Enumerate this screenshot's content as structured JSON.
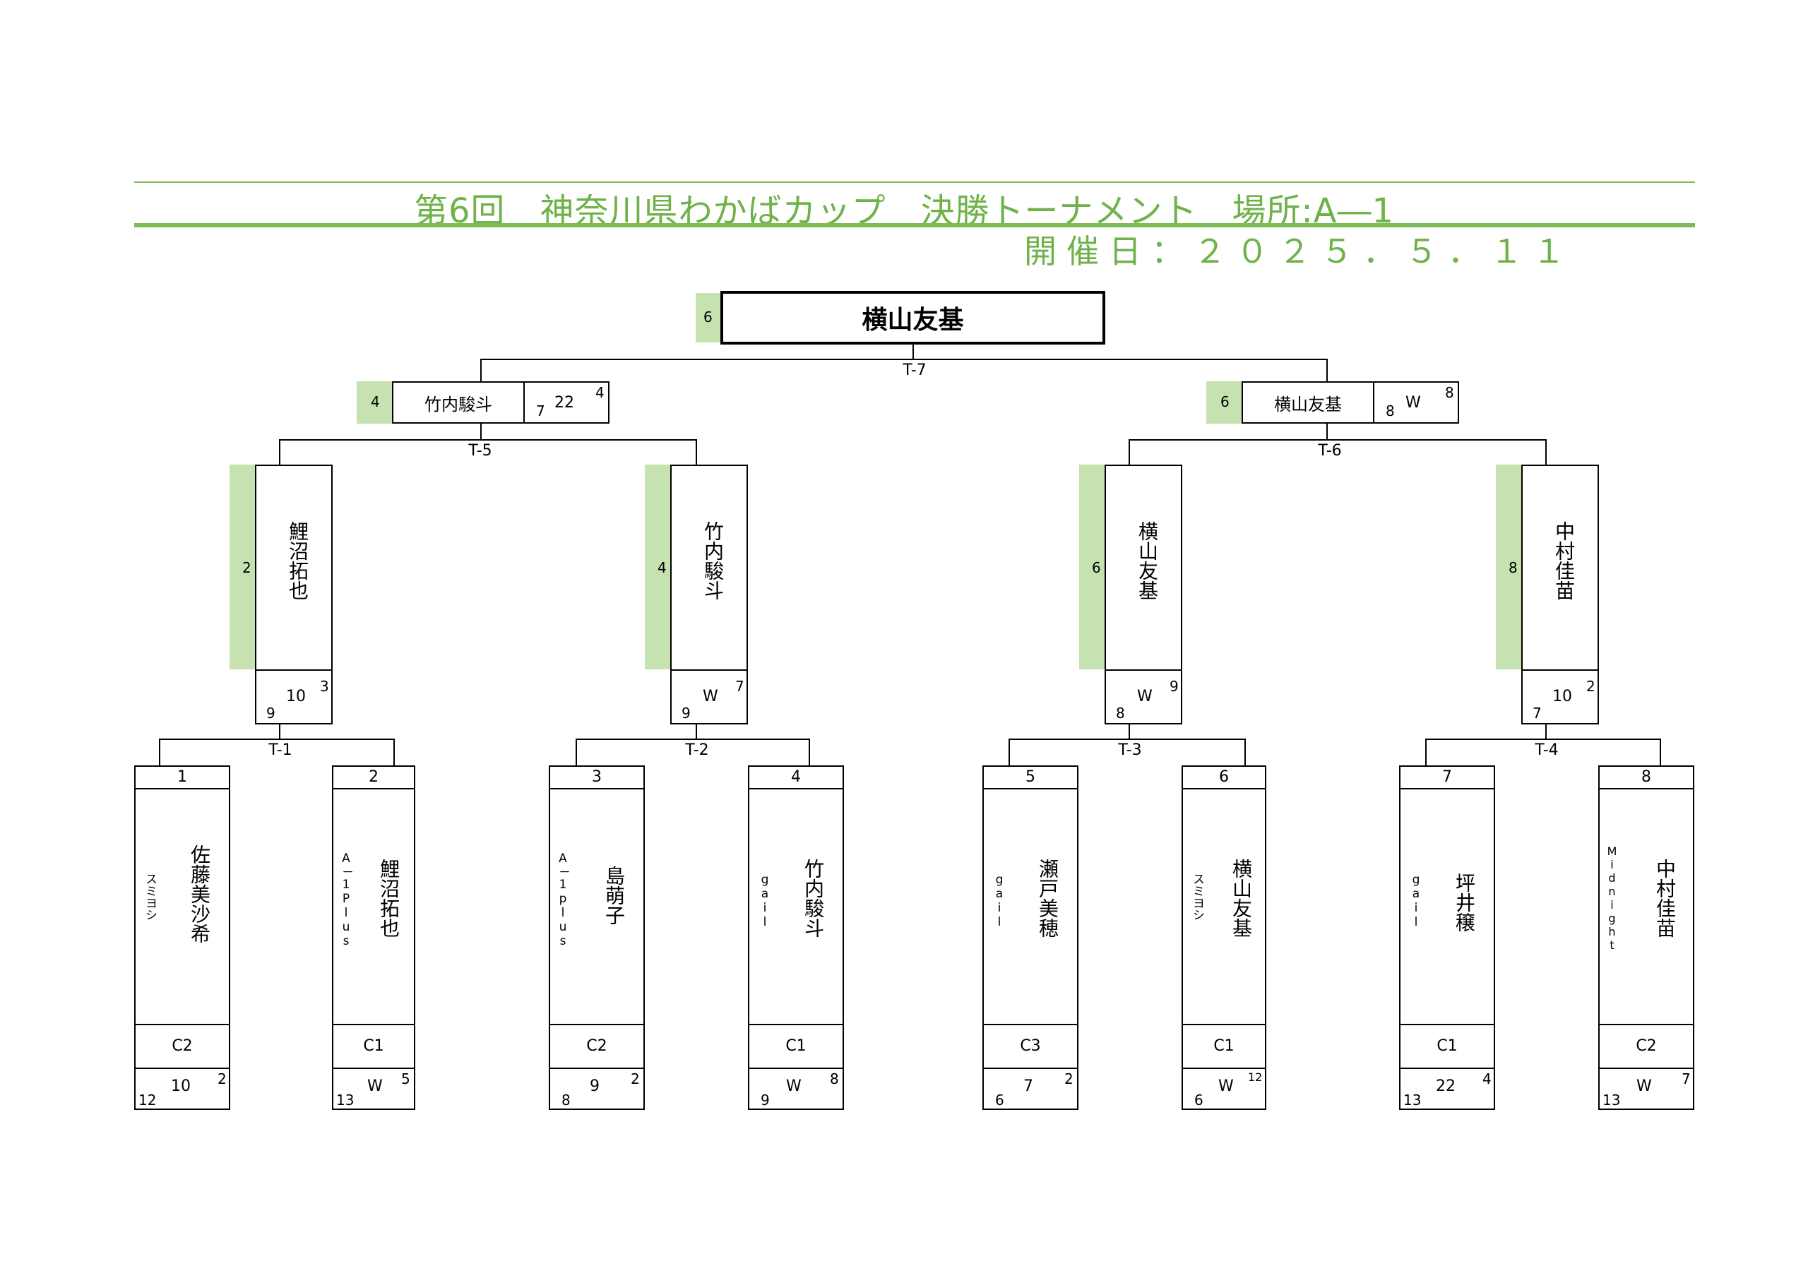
{
  "header": {
    "title": "第6回　神奈川県わかばカップ　決勝トーナメント　場所:A―1",
    "date": "開催日：２０２５．５．１１"
  },
  "final": {
    "seed": "6",
    "winner": "横山友基",
    "match_label": "T-7"
  },
  "semis": [
    {
      "seed": "4",
      "name": "竹内駿斗",
      "score_a": "22",
      "score_b": "4",
      "score_c": "7",
      "match_label": "T-5"
    },
    {
      "seed": "6",
      "name": "横山友基",
      "score_a": "W",
      "score_b": "8",
      "score_c": "8",
      "match_label": "T-6"
    }
  ],
  "quarters": [
    {
      "seed": "2",
      "name": "鯉沼拓也",
      "score_main": "10",
      "score_top": "3",
      "score_bottom": "9",
      "match_label": "T-1"
    },
    {
      "seed": "4",
      "name": "竹内駿斗",
      "score_main": "W",
      "score_top": "7",
      "score_bottom": "9",
      "match_label": "T-2"
    },
    {
      "seed": "6",
      "name": "横山友基",
      "score_main": "W",
      "score_top": "9",
      "score_bottom": "8",
      "match_label": "T-3"
    },
    {
      "seed": "8",
      "name": "中村佳苗",
      "score_main": "10",
      "score_top": "2",
      "score_bottom": "7",
      "match_label": "T-4"
    }
  ],
  "players": [
    {
      "number": "1",
      "name": "佐藤美沙希",
      "team": "スミヨシ",
      "class": "C2",
      "score_main": "10",
      "score_top": "2",
      "score_bottom": "12"
    },
    {
      "number": "2",
      "name": "鯉沼拓也",
      "team": "A－1Plus",
      "class": "C1",
      "score_main": "W",
      "score_top": "5",
      "score_bottom": "13"
    },
    {
      "number": "3",
      "name": "島萌子",
      "team": "A－1plus",
      "class": "C2",
      "score_main": "9",
      "score_top": "2",
      "score_bottom": "8"
    },
    {
      "number": "4",
      "name": "竹内駿斗",
      "team": "gail",
      "class": "C1",
      "score_main": "W",
      "score_top": "8",
      "score_bottom": "9"
    },
    {
      "number": "5",
      "name": "瀬戸美穂",
      "team": "gail",
      "class": "C3",
      "score_main": "7",
      "score_top": "2",
      "score_bottom": "6"
    },
    {
      "number": "6",
      "name": "横山友基",
      "team": "スミヨシ",
      "class": "C1",
      "score_main": "W",
      "score_top": "12",
      "score_bottom": "6"
    },
    {
      "number": "7",
      "name": "坪井穣",
      "team": "gail",
      "class": "C1",
      "score_main": "22",
      "score_top": "4",
      "score_bottom": "13"
    },
    {
      "number": "8",
      "name": "中村佳苗",
      "team": "Midnight",
      "class": "C2",
      "score_main": "W",
      "score_top": "7",
      "score_bottom": "13"
    }
  ],
  "colors": {
    "accent": "#7cbb55",
    "seed_fill": "#c6e2b1"
  }
}
